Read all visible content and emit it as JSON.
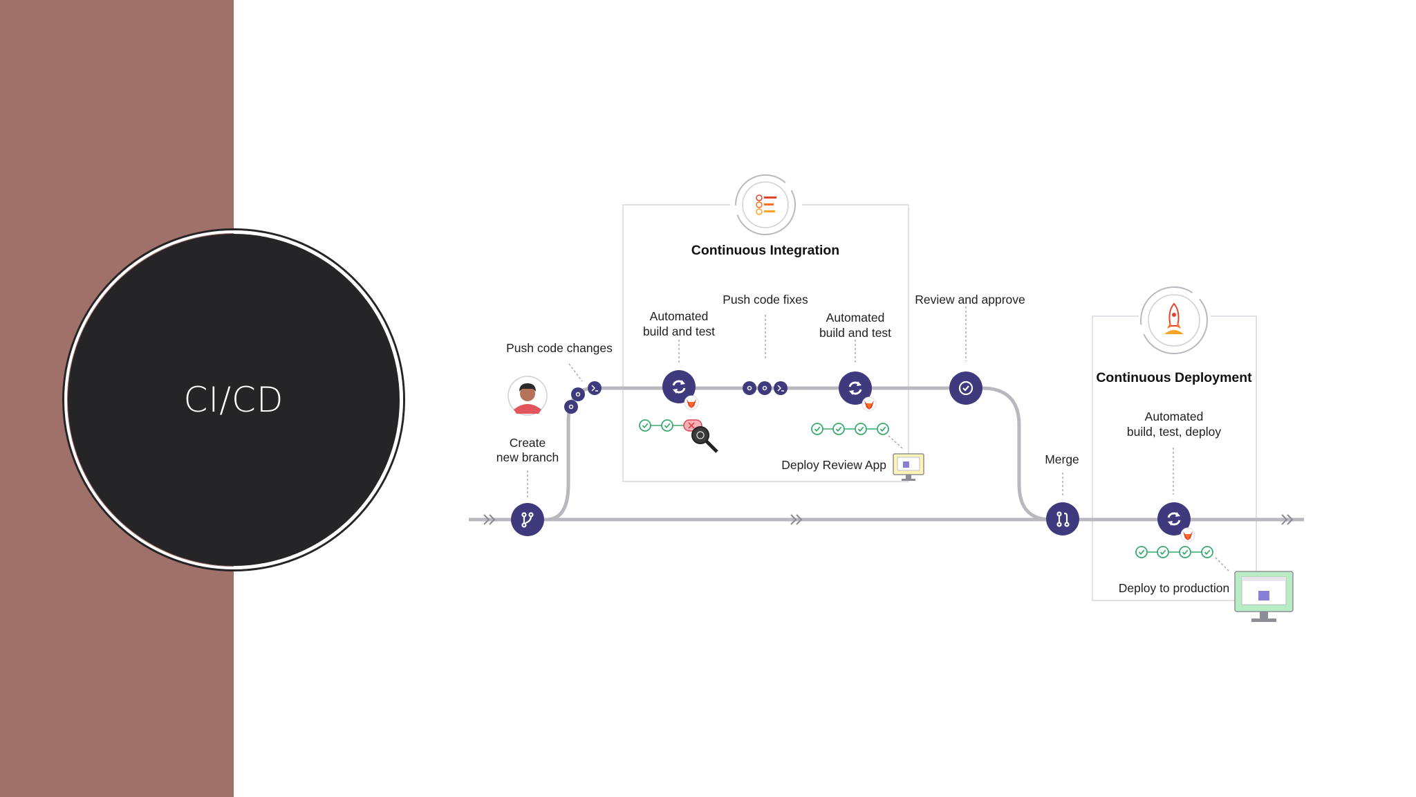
{
  "slide": {
    "title": "CI/CD"
  },
  "diagram": {
    "ci_heading": "Continuous Integration",
    "cd_heading": "Continuous Deployment",
    "labels": {
      "push_code_changes": "Push code changes",
      "create_branch_1": "Create",
      "create_branch_2": "new branch",
      "auto_build_test_a1": "Automated",
      "auto_build_test_a2": "build and test",
      "push_code_fixes": "Push code fixes",
      "auto_build_test_b1": "Automated",
      "auto_build_test_b2": "build and test",
      "review_approve": "Review and approve",
      "deploy_review_app": "Deploy Review App",
      "merge": "Merge",
      "auto_build_deploy_1": "Automated",
      "auto_build_deploy_2": "build, test, deploy",
      "deploy_production": "Deploy to production"
    }
  },
  "colors": {
    "band": "#a0706a",
    "circle": "#252527",
    "node": "#3f3a7e",
    "track": "#b8b8be",
    "check": "#3aaa6e",
    "fail": "#e0434f"
  },
  "icons": [
    "git-branch-icon",
    "sync-icon",
    "check-circle-icon",
    "merge-request-icon",
    "commit-icon",
    "developer-avatar-icon",
    "magnifier-bug-icon",
    "monitor-icon",
    "checklist-icon",
    "rocket-icon",
    "tanuki-icon"
  ]
}
